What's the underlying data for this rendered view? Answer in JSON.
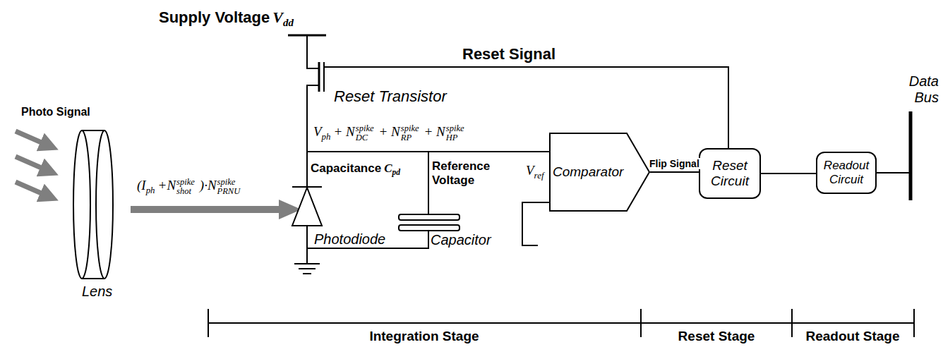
{
  "diagram": {
    "nodes": [
      {
        "text": [
          "Comparator"
        ]
      },
      {
        "text": [
          "Reset Circuit"
        ]
      },
      {
        "text": [
          "Readout Circuit"
        ]
      }
    ],
    "edges": [
      {
        "from": 0,
        "to": 1,
        "arrow": "none",
        "label": "Flip Signal"
      },
      {
        "from": 1,
        "to": 2,
        "arrow": "none"
      }
    ],
    "labels": [
      "Supply Voltage",
      "V",
      "dd",
      "Reset Signal",
      "Reset Transistor",
      "Photo Signal",
      "Lens",
      "(I",
      "ph",
      "+N",
      "spike",
      "shot",
      ")·N",
      "spike",
      "PRNU",
      "V",
      "ph",
      "+ N",
      "spike",
      "DC",
      "+ N",
      "spike",
      "RP",
      "+ N",
      "spike",
      "HP",
      "Capacitance",
      "C",
      "pd",
      "Reference Voltage",
      "V",
      "ref",
      "Photodiode",
      "Capacitor",
      "Data Bus",
      "Integration Stage",
      "Reset Stage",
      "Readout Stage"
    ]
  }
}
